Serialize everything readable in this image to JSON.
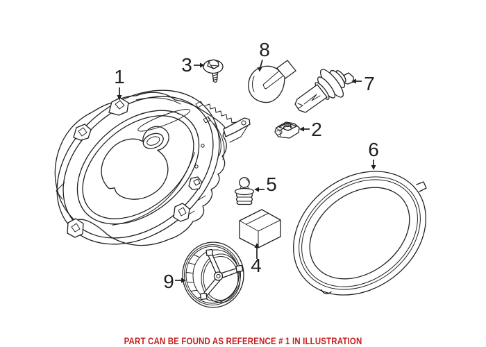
{
  "colors": {
    "background": "#ffffff",
    "line": "#1f1f1f",
    "caption_red": "#c41c1c"
  },
  "callouts": {
    "c1": "1",
    "c2": "2",
    "c3": "3",
    "c4": "4",
    "c5": "5",
    "c6": "6",
    "c7": "7",
    "c8": "8",
    "c9": "9"
  },
  "caption": {
    "text": "PART CAN BE FOUND AS REFERENCE # 1 IN ILLUSTRATION"
  }
}
